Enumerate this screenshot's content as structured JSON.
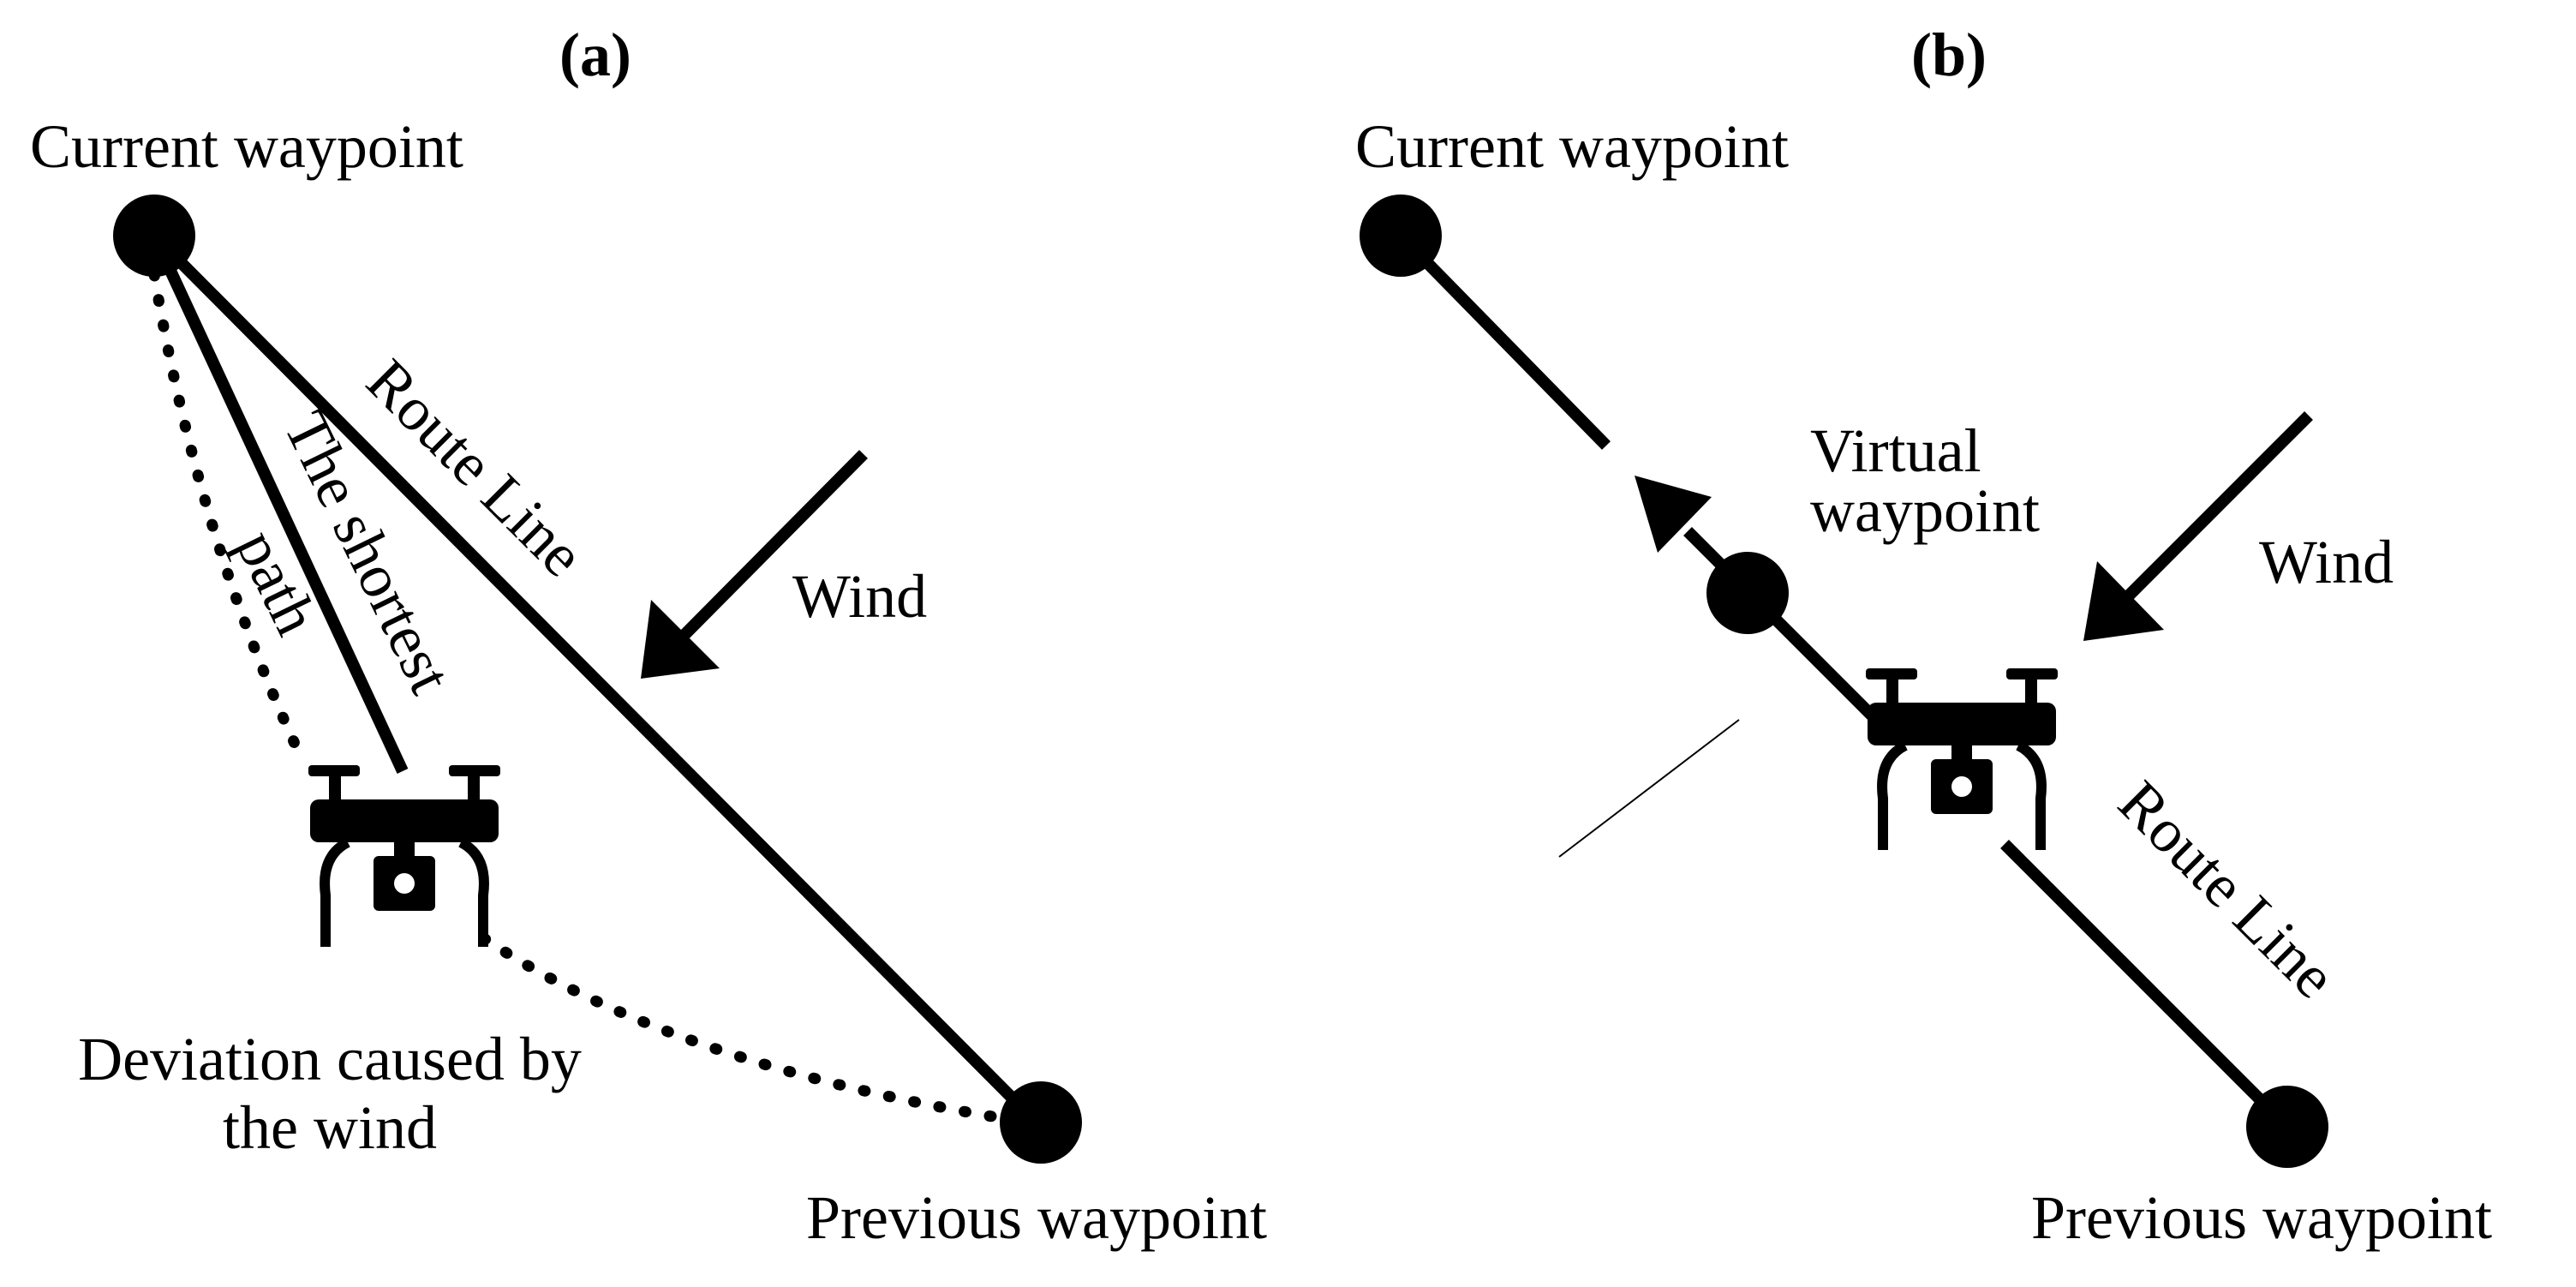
{
  "colors": {
    "ink": "#000000",
    "background": "#ffffff"
  },
  "panel_a": {
    "label": "(a)",
    "current_waypoint": "Current waypoint",
    "previous_waypoint": "Previous waypoint",
    "route_line": "Route Line",
    "shortest_path_line1": "The shortest",
    "shortest_path_line2": "path",
    "wind": "Wind",
    "deviation_line1": "Deviation caused by",
    "deviation_line2": "the wind",
    "icons": [
      "waypoint-marker-icon",
      "drone-icon",
      "wind-arrow-icon"
    ]
  },
  "panel_b": {
    "label": "(b)",
    "current_waypoint": "Current waypoint",
    "previous_waypoint": "Previous waypoint",
    "route_line": "Route Line",
    "virtual_waypoint_line1": "Virtual",
    "virtual_waypoint_line2": "waypoint",
    "wind": "Wind",
    "icons": [
      "waypoint-marker-icon",
      "drone-icon",
      "wind-arrow-icon",
      "heading-arrow-icon"
    ]
  }
}
